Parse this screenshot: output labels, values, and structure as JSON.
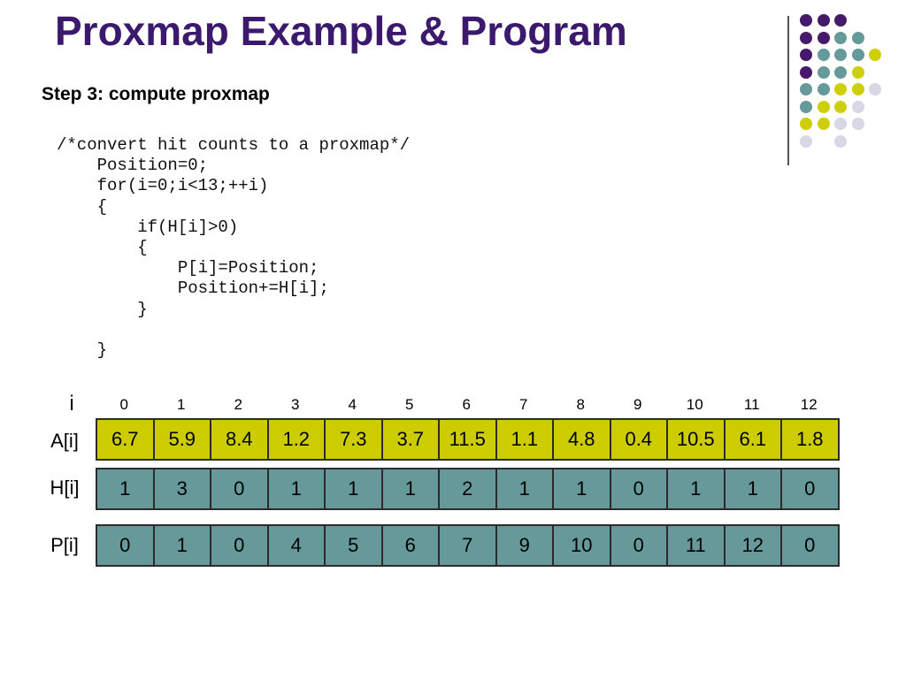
{
  "title": "Proxmap Example & Program",
  "subtitle": "Step 3: compute proxmap",
  "colors": {
    "title": "#3b1a6e",
    "purple": "#46196b",
    "teal": "#65999a",
    "yellow": "#cfcf09",
    "lavender": "#d7d7e6",
    "a_fill": "#cccc00",
    "h_fill": "#669999",
    "p_fill": "#669999"
  },
  "code_lines": [
    "/*convert hit counts to a proxmap*/",
    "    Position=0;",
    "    for(i=0;i<13;++i)",
    "    {",
    "        if(H[i]>0)",
    "        {",
    "            P[i]=Position;",
    "            Position+=H[i];",
    "        }",
    "",
    "    }"
  ],
  "decoration": {
    "dot_grid": [
      [
        "purple",
        "purple",
        "purple",
        "",
        "",
        ""
      ],
      [
        "purple",
        "purple",
        "teal",
        "teal",
        "",
        ""
      ],
      [
        "purple",
        "teal",
        "teal",
        "teal",
        "yellow",
        ""
      ],
      [
        "purple",
        "teal",
        "teal",
        "yellow",
        "",
        ""
      ],
      [
        "teal",
        "teal",
        "yellow",
        "yellow",
        "lavender",
        ""
      ],
      [
        "teal",
        "yellow",
        "yellow",
        "lavender",
        "",
        ""
      ],
      [
        "yellow",
        "yellow",
        "lavender",
        "lavender",
        "",
        ""
      ],
      [
        "lavender",
        "",
        "lavender",
        "",
        "",
        ""
      ]
    ]
  },
  "table": {
    "index_label": "i",
    "indices": [
      "0",
      "1",
      "2",
      "3",
      "4",
      "5",
      "6",
      "7",
      "8",
      "9",
      "10",
      "11",
      "12"
    ],
    "rows": [
      {
        "label": "A[i]",
        "values": [
          "6.7",
          "5.9",
          "8.4",
          "1.2",
          "7.3",
          "3.7",
          "11.5",
          "1.1",
          "4.8",
          "0.4",
          "10.5",
          "6.1",
          "1.8"
        ],
        "color": "a_fill"
      },
      {
        "label": "H[i]",
        "values": [
          "1",
          "3",
          "0",
          "1",
          "1",
          "1",
          "2",
          "1",
          "1",
          "0",
          "1",
          "1",
          "0"
        ],
        "color": "h_fill"
      },
      {
        "label": "P[i]",
        "values": [
          "0",
          "1",
          "0",
          "4",
          "5",
          "6",
          "7",
          "9",
          "10",
          "0",
          "11",
          "12",
          "0"
        ],
        "color": "p_fill"
      }
    ]
  }
}
